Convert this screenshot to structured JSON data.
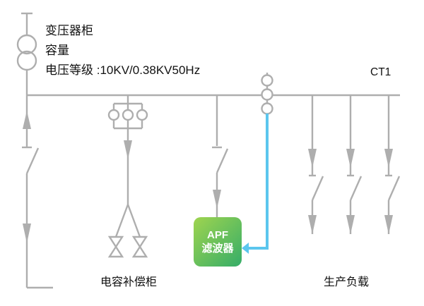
{
  "header": {
    "line1": "变压器柜",
    "line2": "容量",
    "line3": "电压等级 :10KV/0.38KV50Hz"
  },
  "labels": {
    "ct1": "CT1",
    "capacitor_cabinet": "电容补偿柜",
    "production_load": "生产负载"
  },
  "apf_box": {
    "line1": "APF",
    "line2": "滤波器"
  },
  "icons": {
    "transformer": "transformer-icon",
    "ct": "current-transformer-icon",
    "capacitor_bank": "capacitor-bank-icon",
    "switch": "disconnect-switch-icon",
    "arrow": "flow-arrow-icon"
  },
  "colors": {
    "line_gray": "#aeaeae",
    "highlight_blue": "#5bc6ee",
    "apf_gradient_start": "#9fd44f",
    "apf_gradient_end": "#35ad68",
    "text": "#111111",
    "apf_text": "#ffffff"
  }
}
